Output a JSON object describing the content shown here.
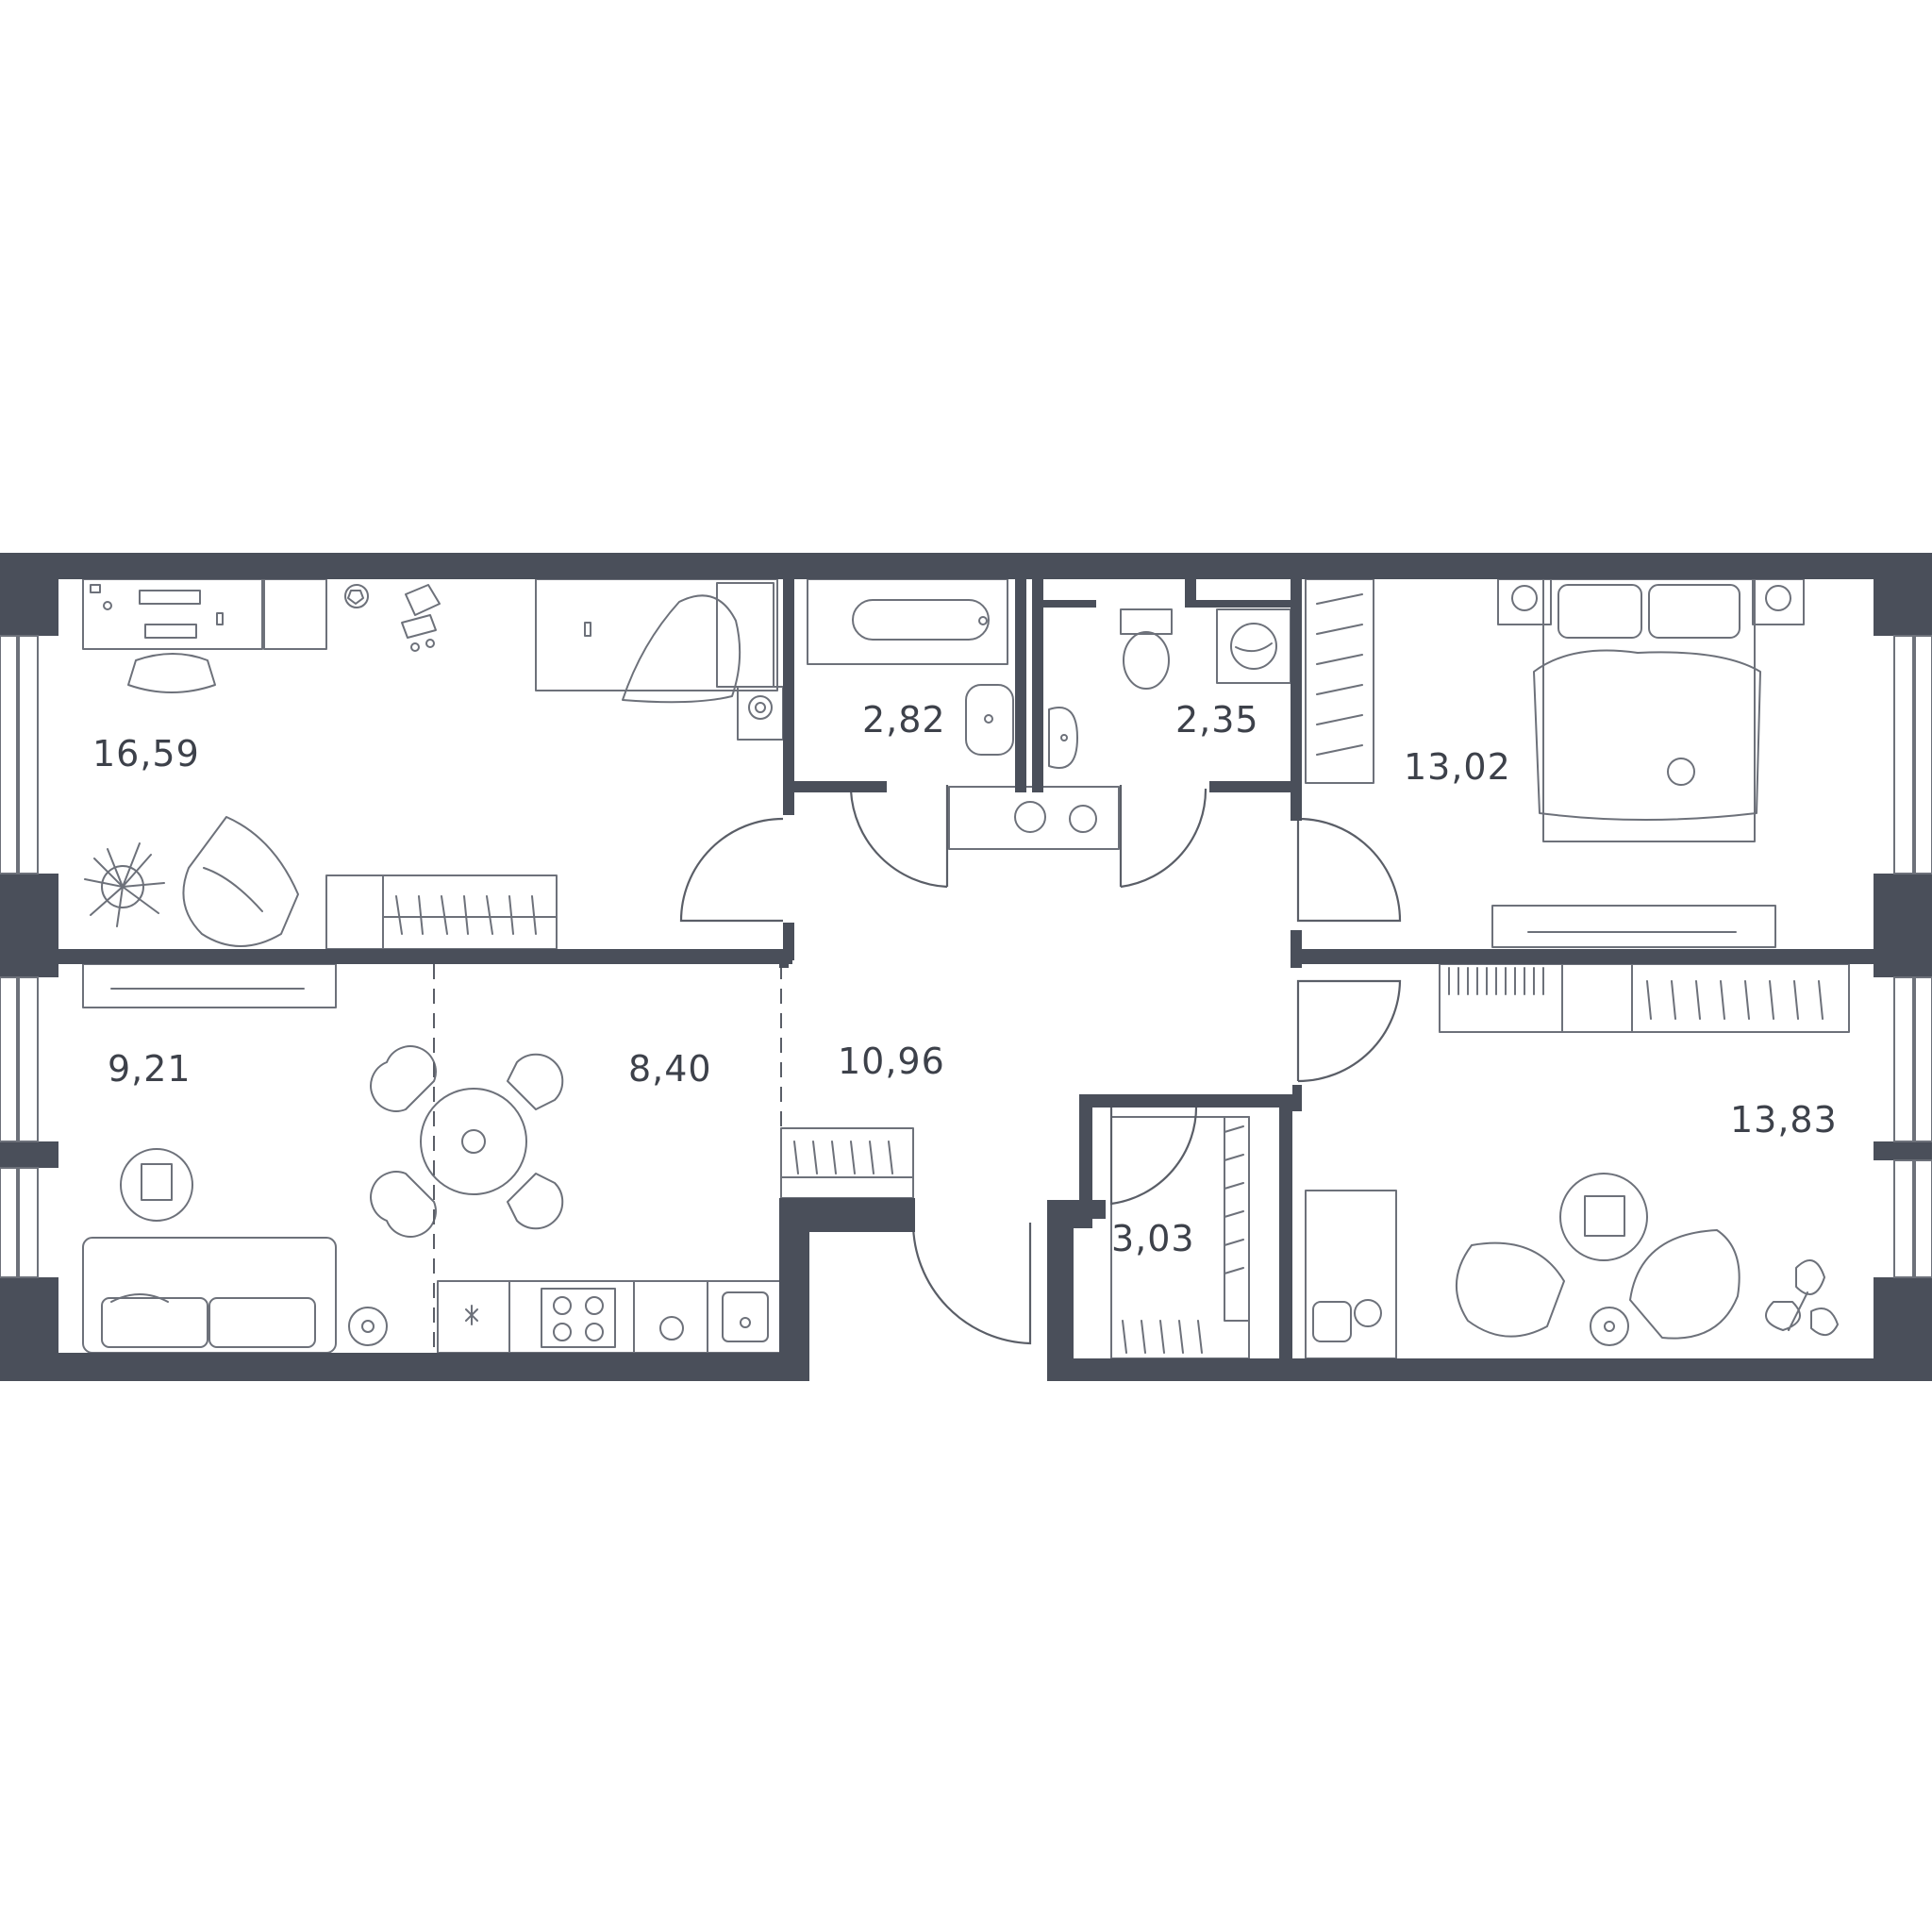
{
  "colors": {
    "wall": "#4a4f5a",
    "furniture_line": "#6d717a",
    "background": "#ffffff"
  },
  "rooms": [
    {
      "id": "bedroom-top-left",
      "area": "16,59"
    },
    {
      "id": "bathroom",
      "area": "2,82"
    },
    {
      "id": "toilet",
      "area": "2,35"
    },
    {
      "id": "bedroom-top-right",
      "area": "13,02"
    },
    {
      "id": "living-room",
      "area": "9,21"
    },
    {
      "id": "kitchen",
      "area": "8,40"
    },
    {
      "id": "hallway",
      "area": "10,96"
    },
    {
      "id": "storage",
      "area": "3,03"
    },
    {
      "id": "bedroom-bottom-right",
      "area": "13,83"
    }
  ]
}
